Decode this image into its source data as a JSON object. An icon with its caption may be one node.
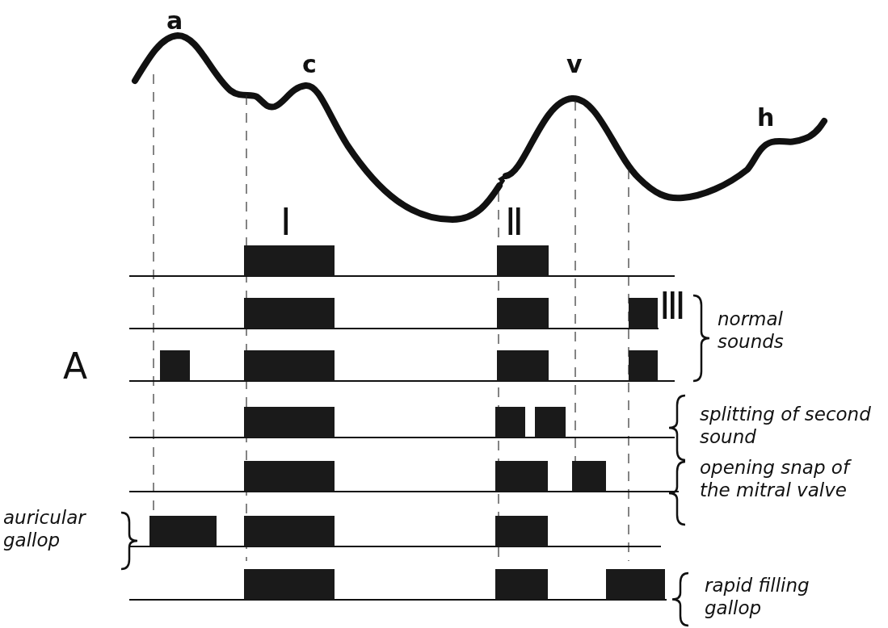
{
  "diagram": {
    "labels": [
      "a",
      "c",
      "v",
      "h",
      "I",
      "II",
      "III",
      "A",
      "normal sounds",
      "splitting of second sound",
      "opening snap of the mitral valve",
      "auricular gallop",
      "rapid filling gallop"
    ]
  }
}
